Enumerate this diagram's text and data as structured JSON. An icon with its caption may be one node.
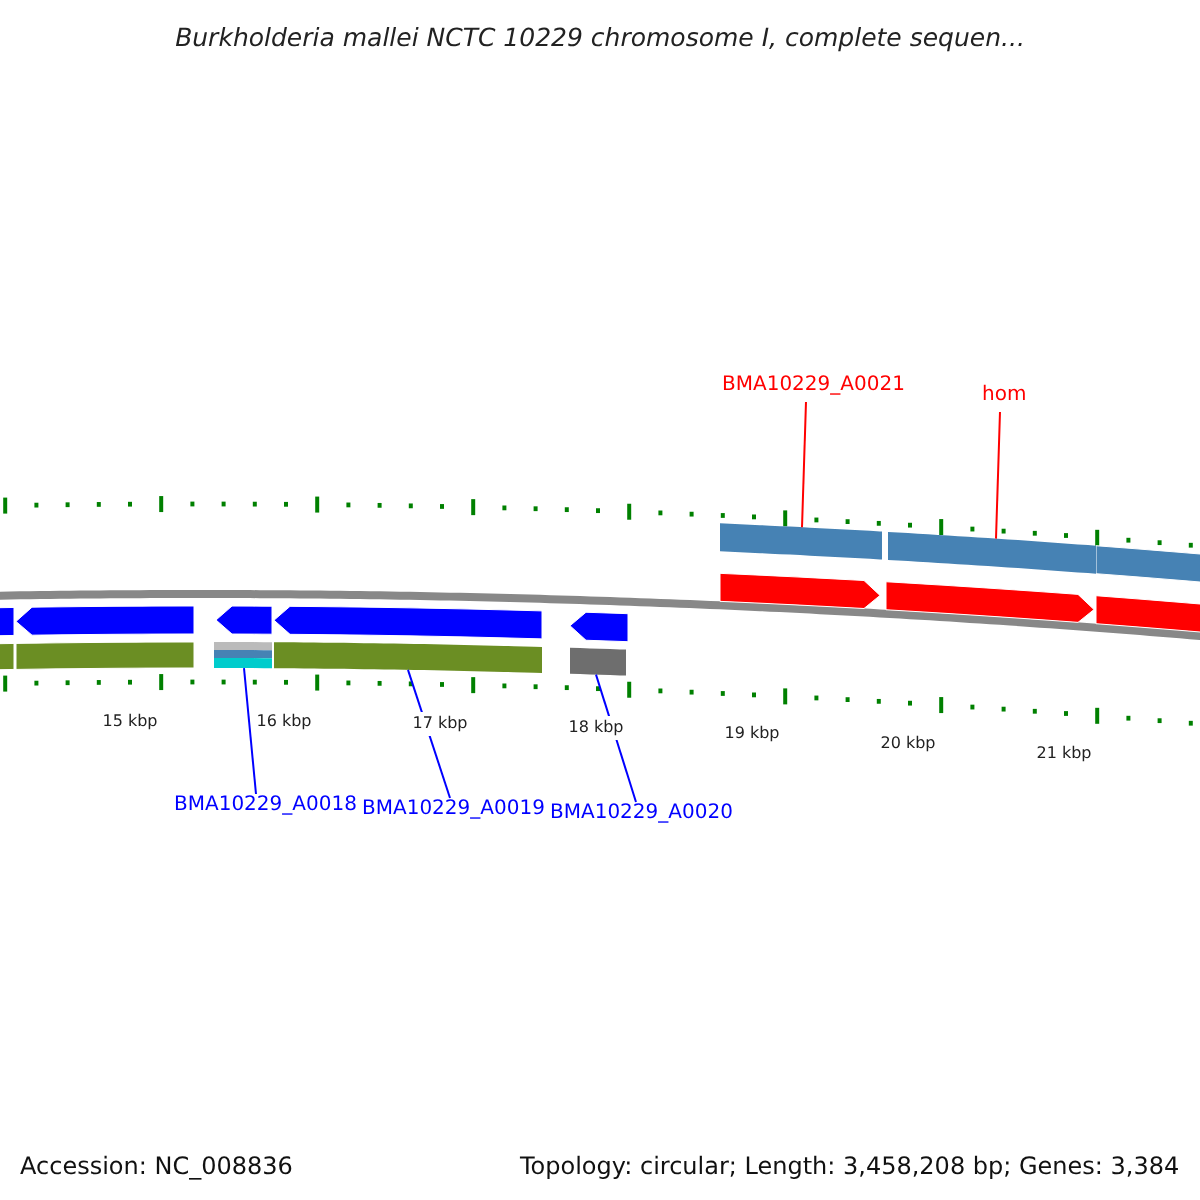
{
  "diagram": {
    "title": "Burkholderia mallei NCTC 10229 chromosome I, complete sequen...",
    "nodes": [
      {
        "text": [
          "BMA10229_A0018"
        ]
      },
      {
        "text": [],
        "shape": "box"
      },
      {
        "text": [
          "BMA10229_A0019"
        ]
      },
      {
        "text": [],
        "shape": "box"
      },
      {
        "text": [
          "BMA10229_A0020"
        ]
      },
      {
        "text": [],
        "shape": "box"
      },
      {
        "text": [
          "BMA10229_A0021"
        ]
      },
      {
        "text": [],
        "shape": "box"
      },
      {
        "text": [
          "hom"
        ]
      },
      {
        "text": [],
        "shape": "box"
      }
    ],
    "edges": [
      {
        "from": 0,
        "to": 1,
        "arrow": "none"
      },
      {
        "from": 2,
        "to": 3,
        "arrow": "none"
      },
      {
        "from": 4,
        "to": 5,
        "arrow": "none"
      },
      {
        "from": 6,
        "to": 7,
        "arrow": "none",
        "color": "#ff0000"
      },
      {
        "from": 8,
        "to": 9,
        "arrow": "none",
        "color": "#ff0000"
      }
    ],
    "labels": [
      "15 kbp",
      "16 kbp",
      "17 kbp",
      "18 kbp",
      "19 kbp",
      "20 kbp",
      "21 kbp",
      "Accession: NC_008836",
      "Topology: circular; Length: 3,458,208 bp; Genes: 3,384"
    ]
  }
}
